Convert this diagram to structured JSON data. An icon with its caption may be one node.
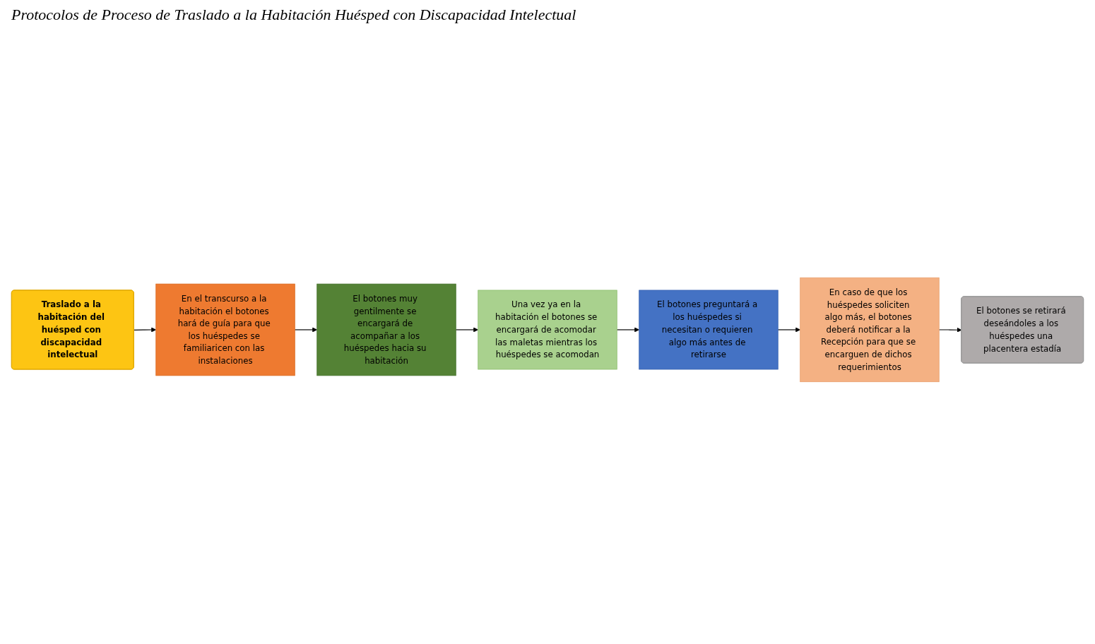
{
  "diagram": {
    "title": "Protocolos de Proceso de Traslado a la Habitación Huésped con Discapacidad Intelectual",
    "nodes": [
      {
        "text": [
          "Traslado a la habitación del huésped con discapacidad intelectual"
        ]
      },
      {
        "text": [
          "En el transcurso a la habitación el botones hará de guía para que los huéspedes se familiaricen con las instalaciones"
        ]
      },
      {
        "text": [
          "El botones muy gentilmente se encargará de acompañar a los huéspedes hacia su habitación"
        ]
      },
      {
        "text": [
          "Una vez ya en la habitación el botones se encargará de acomodar las maletas mientras los huéspedes se acomodan"
        ]
      },
      {
        "text": [
          "El botones preguntará a los huéspedes si necesitan o requieren algo más antes de retirarse"
        ]
      },
      {
        "text": [
          "En caso de que los huéspedes soliciten algo más, el botones deberá notificar a la Recepción para que se encarguen de dichos requerimientos"
        ]
      },
      {
        "text": [
          "El botones se retirará deseándoles a los huéspedes una placentera estadía"
        ]
      }
    ],
    "edges": [
      {
        "from": 0,
        "to": 1,
        "arrow": "to"
      },
      {
        "from": 1,
        "to": 2,
        "arrow": "to"
      },
      {
        "from": 2,
        "to": 3,
        "arrow": "to"
      },
      {
        "from": 3,
        "to": 4,
        "arrow": "to"
      },
      {
        "from": 4,
        "to": 5,
        "arrow": "to"
      },
      {
        "from": 5,
        "to": 6,
        "arrow": "to"
      }
    ]
  }
}
